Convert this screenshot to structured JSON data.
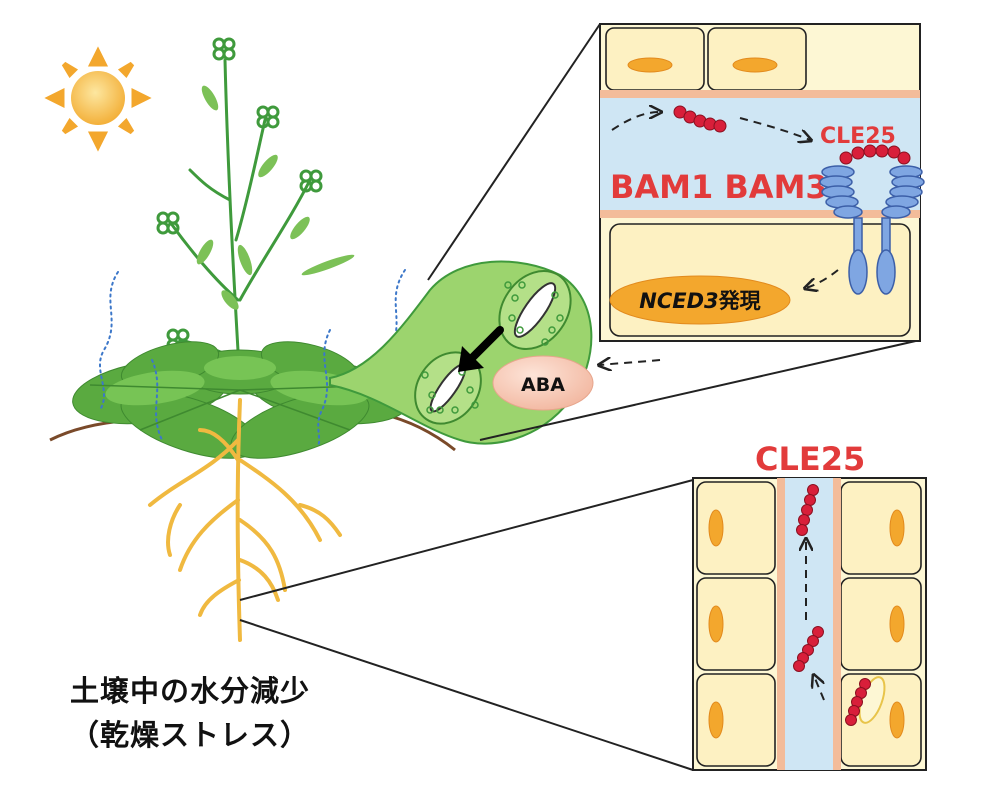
{
  "labels": {
    "cle25_upper": "CLE25",
    "cle25_lower": "CLE25",
    "bam": "BAM1 BAM3",
    "nced3_gene": "NCED3",
    "nced3_suffix": "発現",
    "aba": "ABA"
  },
  "caption": {
    "line1": "土壌中の水分減少",
    "line2": "（乾燥ストレス）"
  }
}
